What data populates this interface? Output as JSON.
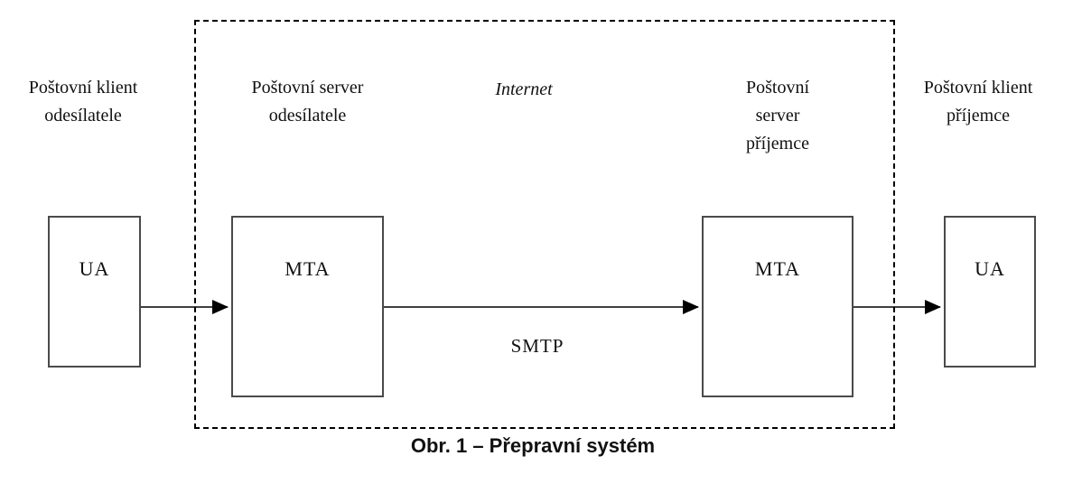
{
  "diagram": {
    "caption": "Obr. 1 – Přepravní systém",
    "boundary_label": "Internet",
    "protocol_label": "SMTP",
    "column_labels": {
      "sender_client": "Poštovní klient\nodesílatele",
      "sender_server": "Poštovní server\nodesílatele",
      "receiver_server": "Poštovní\nserver\npříjemce",
      "receiver_client": "Poštovní klient\npříjemce"
    },
    "nodes": {
      "ua_sender": "UA",
      "mta_sender": "MTA",
      "mta_receiver": "MTA",
      "ua_receiver": "UA"
    },
    "colors": {
      "line": "#000000",
      "box_border": "#4a4a4a",
      "text": "#111111",
      "background": "#ffffff"
    }
  }
}
